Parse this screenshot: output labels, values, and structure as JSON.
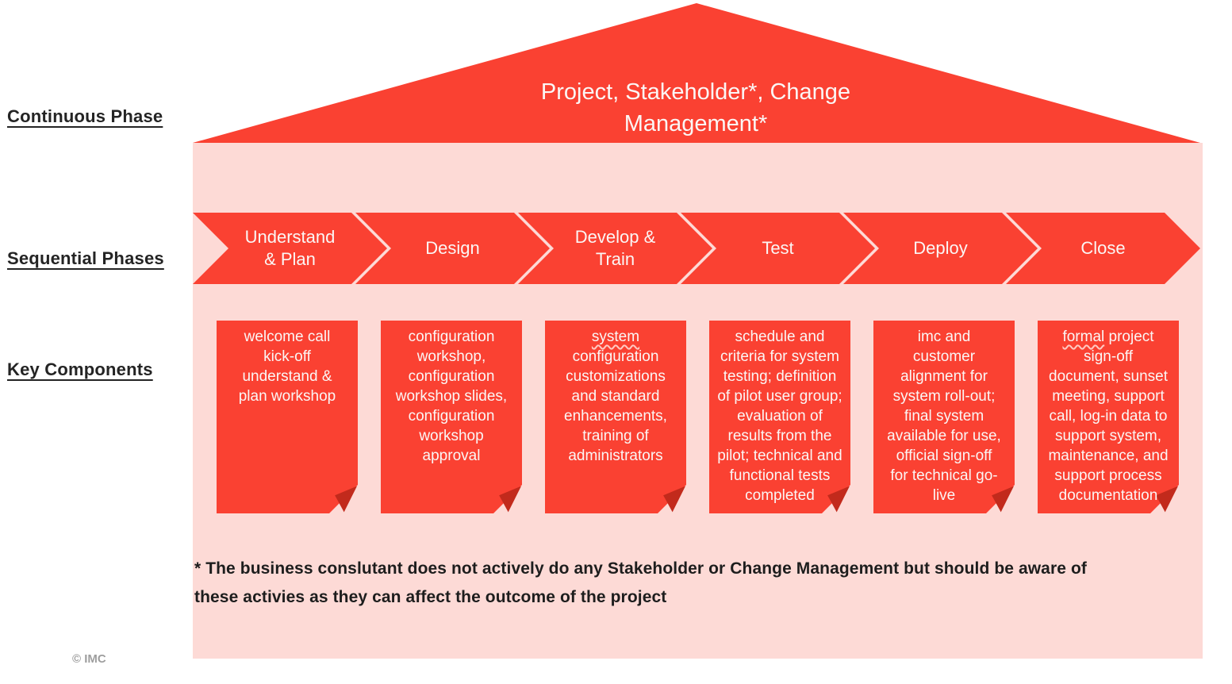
{
  "colors": {
    "red": "#FA4132",
    "pink": "#FDDAD6",
    "fold_red": "#C22A1C",
    "label_dark": "#242424",
    "copyright_gray": "#9E9E9E",
    "text_light": "#FBF6F5"
  },
  "row_labels": {
    "continuous": "Continuous Phase",
    "sequential": "Sequential Phases",
    "components": "Key Components"
  },
  "roof": {
    "title": "Project, Stakeholder*, Change\nManagement*"
  },
  "phases": [
    {
      "label": "Understand\n& Plan"
    },
    {
      "label": "Design"
    },
    {
      "label": "Develop &\nTrain"
    },
    {
      "label": "Test"
    },
    {
      "label": "Deploy"
    },
    {
      "label": "Close"
    }
  ],
  "key_components": [
    {
      "first": "",
      "rest": "welcome call\nkick-off\nunderstand &\nplan workshop"
    },
    {
      "first": "",
      "rest": "configuration\nworkshop,\nconfiguration\nworkshop slides,\nconfiguration\nworkshop\napproval"
    },
    {
      "first": "system",
      "rest": "\nconfiguration\ncustomizations\nand standard\nenhancements,\ntraining of\nadministrators"
    },
    {
      "first": "",
      "rest": "schedule and\ncriteria for system\ntesting; definition\nof pilot user group;\nevaluation of\nresults from the\npilot; technical and\nfunctional tests\ncompleted"
    },
    {
      "first": "",
      "rest": "imc and\ncustomer\nalignment for\nsystem roll-out;\nfinal system\navailable for use,\nofficial sign-off\nfor technical go-\nlive"
    },
    {
      "first": "formal",
      "rest": " project\nsign-off\ndocument, sunset\nmeeting, support\ncall, log-in data to\nsupport system,\nmaintenance, and\nsupport process\ndocumentation"
    }
  ],
  "footnote": "* The business conslutant does not actively do any Stakeholder or Change Management but should be aware of\nthese activies as they can affect the outcome of the project",
  "copyright": "© IMC"
}
